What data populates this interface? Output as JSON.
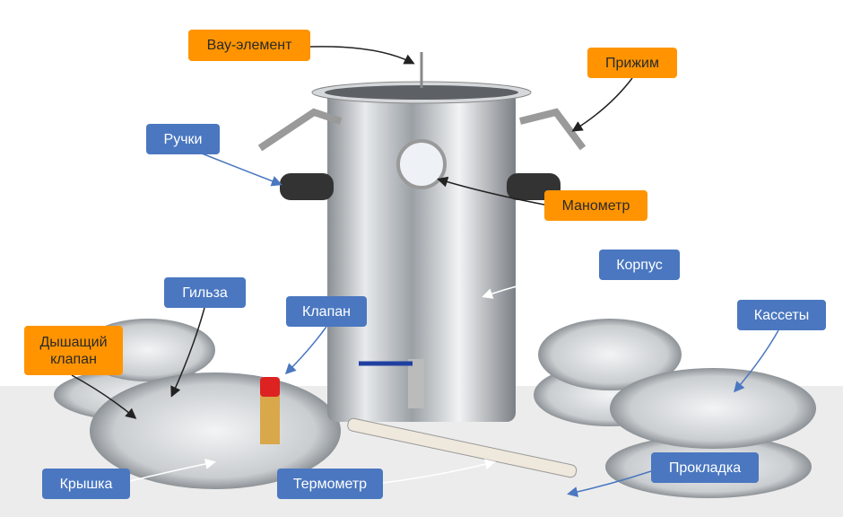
{
  "colors": {
    "orange": "#ff9400",
    "blue": "#4a77c0"
  },
  "labels": {
    "wow": "Вау-элемент",
    "clamp": "Прижим",
    "handles": "Ручки",
    "gauge": "Манометр",
    "body": "Корпус",
    "sleeve": "Гильза",
    "valve": "Клапан",
    "cassettes": "Кассеты",
    "breathing_valve": "Дышащий клапан",
    "lid": "Крышка",
    "thermometer": "Термометр",
    "gasket": "Прокладка"
  }
}
